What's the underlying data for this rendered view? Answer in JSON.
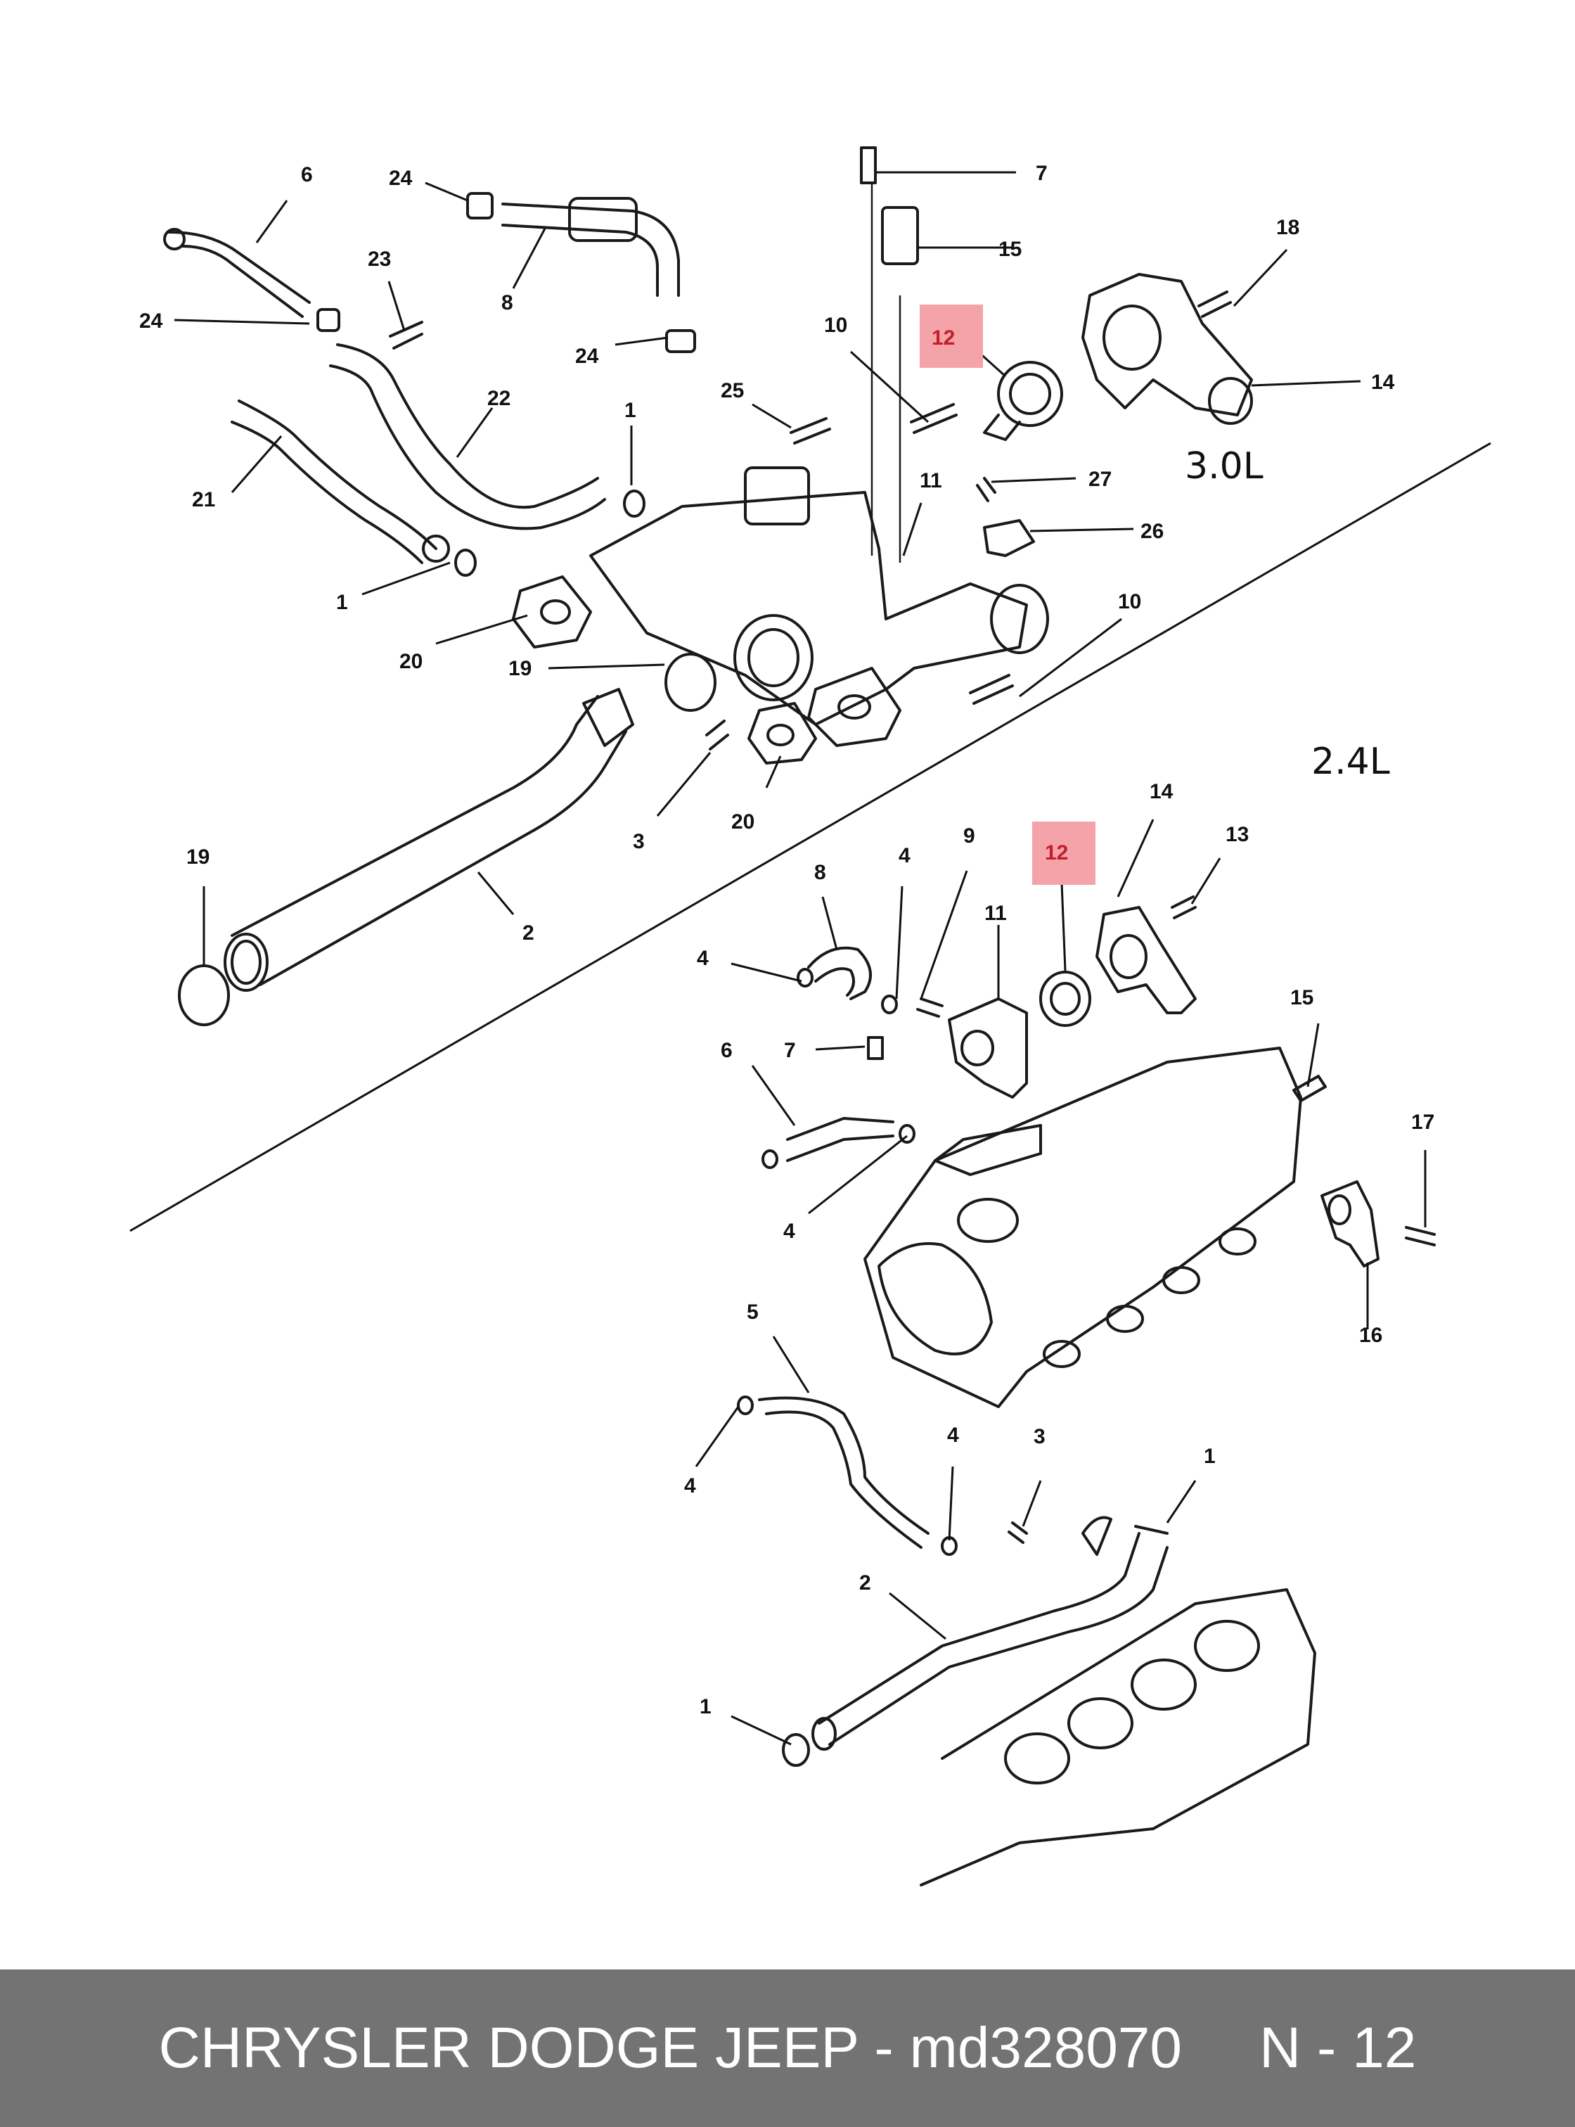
{
  "diagram": {
    "engine_labels": {
      "v6": "3.0L",
      "i4": "2.4L"
    },
    "highlight_color": "#f4a3a8",
    "callouts_top": [
      "6",
      "24",
      "8",
      "24",
      "23",
      "22",
      "1",
      "24",
      "21",
      "1",
      "25",
      "20",
      "19",
      "19",
      "2",
      "3",
      "20",
      "10",
      "12",
      "11",
      "7",
      "15",
      "18",
      "14",
      "27",
      "26",
      "10"
    ],
    "callouts_bottom": [
      "14",
      "13",
      "12",
      "8",
      "4",
      "9",
      "11",
      "4",
      "6",
      "7",
      "15",
      "17",
      "4",
      "16",
      "5",
      "4",
      "4",
      "3",
      "1",
      "2",
      "1"
    ],
    "highlighted_part": "12"
  },
  "footer": {
    "text": "CHRYSLER DODGE JEEP - md328070",
    "page": "N - 12",
    "background": "#737373"
  }
}
